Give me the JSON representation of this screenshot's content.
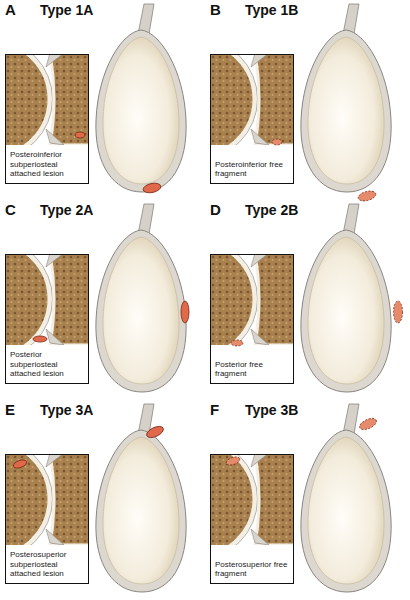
{
  "diagram": {
    "nodes": [
      {
        "text": [
          "Posteroinferior subperiosteal attached lesion"
        ]
      },
      {
        "text": [
          "Posteroinferior free fragment"
        ]
      },
      {
        "text": [
          "Posterior subperiosteal attached lesion"
        ]
      },
      {
        "text": [
          "Posterior free fragment"
        ]
      },
      {
        "text": [
          "Posterosuperior subperiosteal attached lesion"
        ]
      },
      {
        "text": [
          "Posterosuperior free fragment"
        ]
      }
    ],
    "labels": [
      "A",
      "Type 1A",
      "B",
      "Type 1B",
      "C",
      "Type 2A",
      "D",
      "Type 2B",
      "E",
      "Type 3A",
      "F",
      "Type 3B"
    ]
  }
}
